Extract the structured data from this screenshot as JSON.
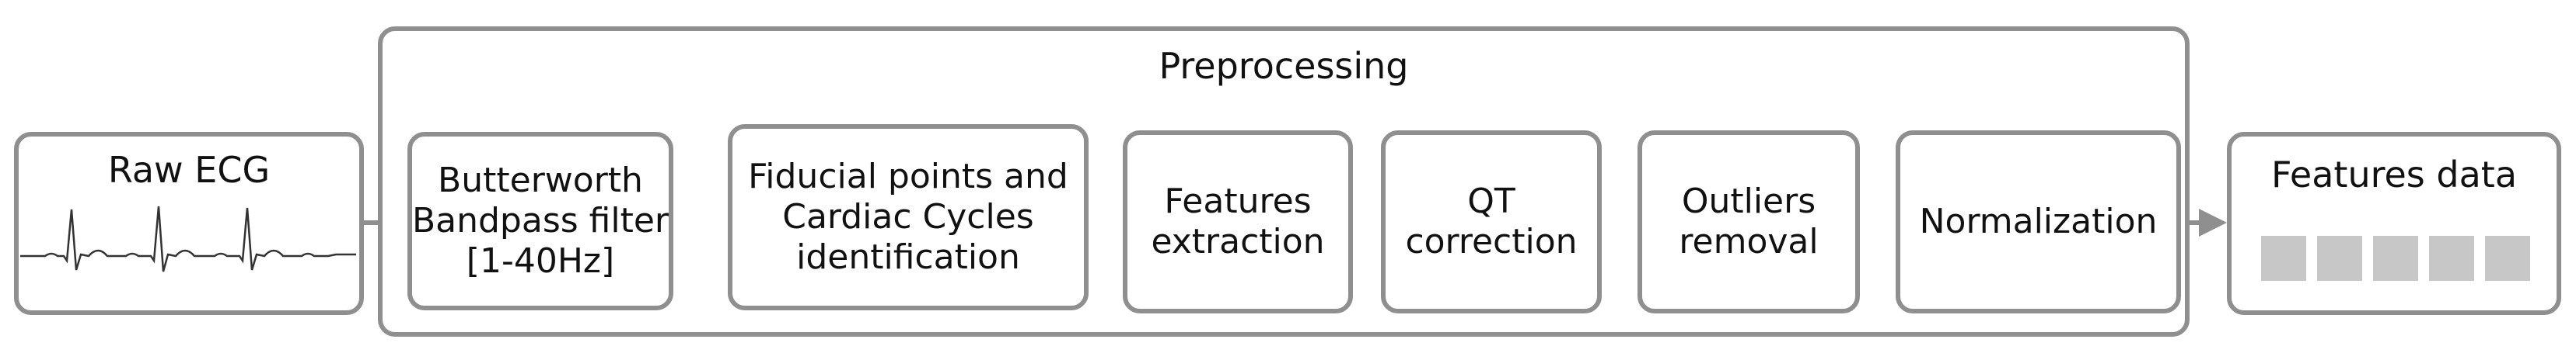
{
  "preprocessing": {
    "title": "Preprocessing",
    "steps": [
      {
        "label": "Butterworth\nBandpass filter\n[1-40Hz]"
      },
      {
        "label": "Fiducial points and\nCardiac Cycles\nidentification"
      },
      {
        "label": "Features\nextraction"
      },
      {
        "label": "QT\ncorrection"
      },
      {
        "label": "Outliers\nremoval"
      },
      {
        "label": "Normalization"
      }
    ]
  },
  "input": {
    "label": "Raw ECG"
  },
  "output": {
    "label": "Features data",
    "feature_block_count": 5
  },
  "colors": {
    "border": "#8f8f8f",
    "arrow": "#8f8f8f",
    "feature_block": "#c7c7c7",
    "ecg_trace": "#333333"
  }
}
